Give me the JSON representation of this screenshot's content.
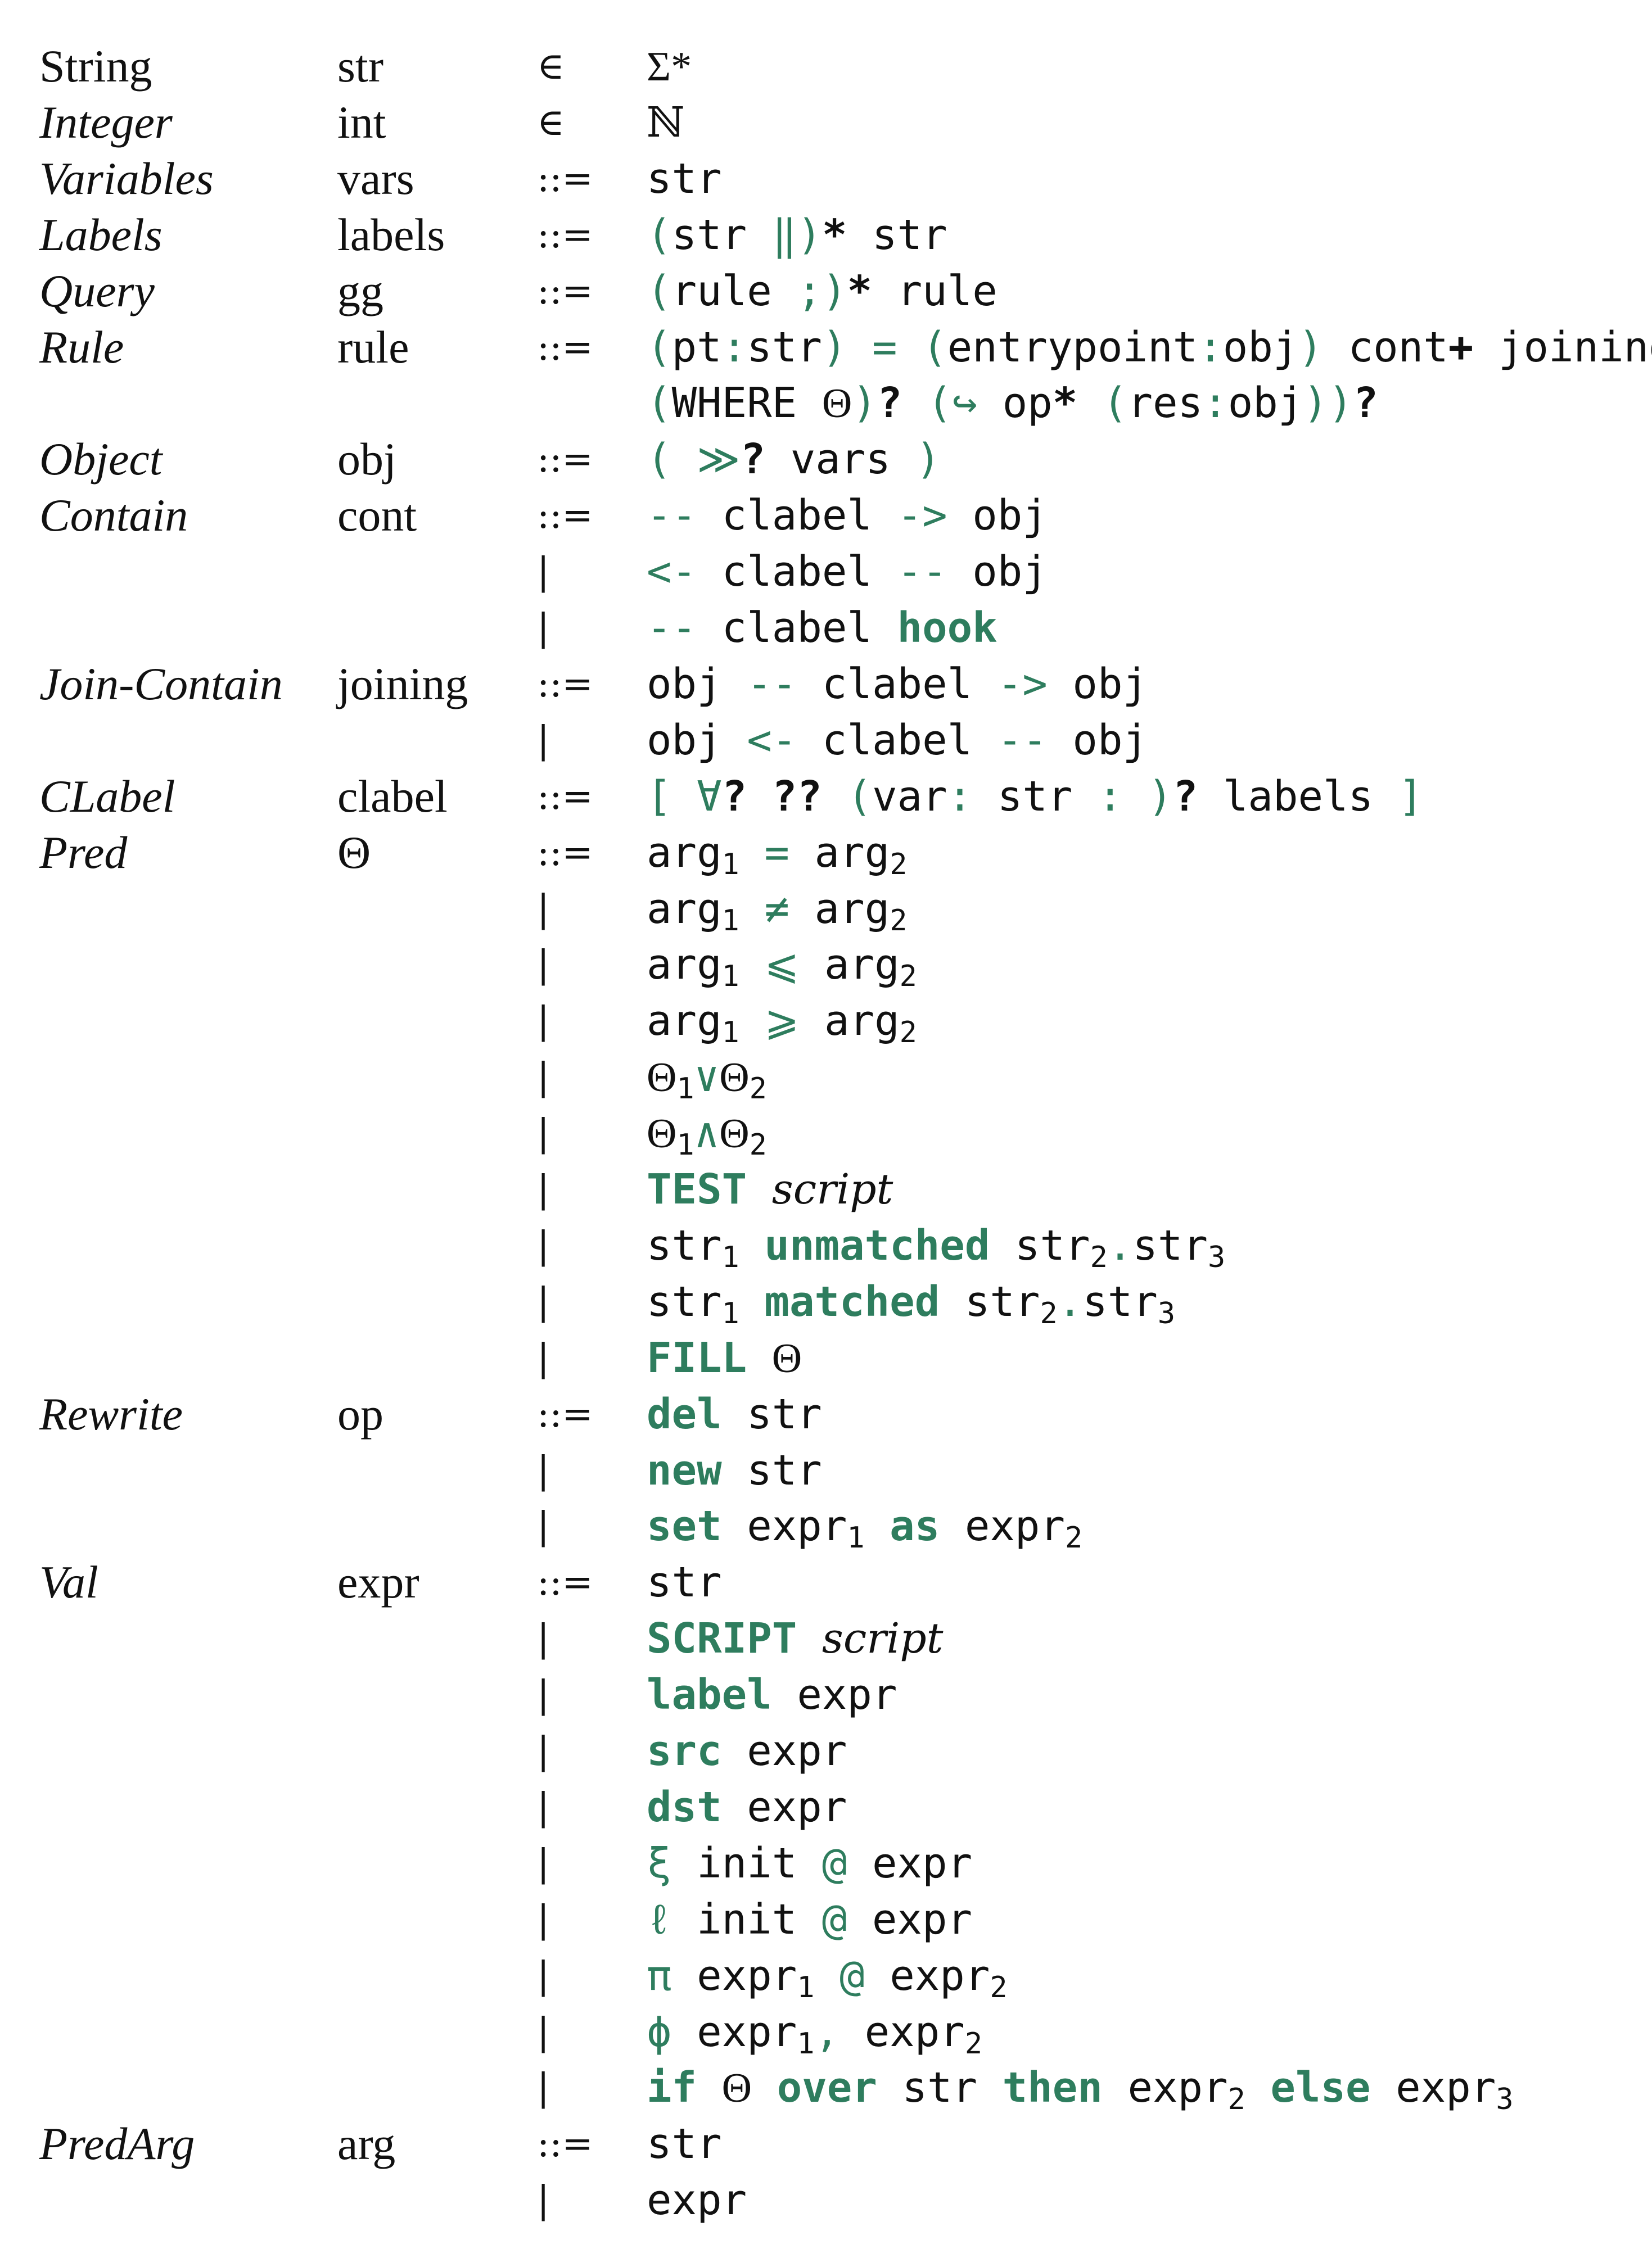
{
  "rows": [
    {
      "name": "String",
      "sym": "str",
      "op": "∈",
      "rhs": "Σ*"
    },
    {
      "name": "Integer",
      "sym": "int",
      "op": "∈",
      "rhs": "ℕ"
    },
    {
      "name": "Variables",
      "sym": "vars",
      "op": "::=",
      "rhs": "str"
    },
    {
      "name": "Labels",
      "sym": "labels",
      "op": "::=",
      "rhs": "(str ‖)* str"
    },
    {
      "name": "Query",
      "sym": "gg",
      "op": "::=",
      "rhs": "(rule ;)* rule"
    },
    {
      "name": "Rule",
      "sym": "rule",
      "op": "::=",
      "rhs": "(pt:str) = (entrypoint:obj) cont+ joining*"
    },
    {
      "name": "",
      "sym": "",
      "op": "",
      "rhs": "(WHERE Θ)? (↪ op* (res:obj))?"
    },
    {
      "name": "Object",
      "sym": "obj",
      "op": "::=",
      "rhs": "( ≫? vars )"
    },
    {
      "name": "Contain",
      "sym": "cont",
      "op": "::=",
      "rhs": "-- clabel -> obj"
    },
    {
      "name": "",
      "sym": "",
      "op": "|",
      "rhs": "<- clabel -- obj"
    },
    {
      "name": "",
      "sym": "",
      "op": "|",
      "rhs": "-- clabel hook"
    },
    {
      "name": "Join-Contain",
      "sym": "joining",
      "op": "::=",
      "rhs": "obj -- clabel -> obj"
    },
    {
      "name": "",
      "sym": "",
      "op": "|",
      "rhs": "obj <- clabel -- obj"
    },
    {
      "name": "CLabel",
      "sym": "clabel",
      "op": "::=",
      "rhs": "[ ∀? ?? (var: str : )? labels ]"
    },
    {
      "name": "Pred",
      "sym": "Θ",
      "op": "::=",
      "rhs": "arg1 = arg2"
    },
    {
      "name": "",
      "sym": "",
      "op": "|",
      "rhs": "arg1 ≠ arg2"
    },
    {
      "name": "",
      "sym": "",
      "op": "|",
      "rhs": "arg1 ⩽ arg2"
    },
    {
      "name": "",
      "sym": "",
      "op": "|",
      "rhs": "arg1 ⩾ arg2"
    },
    {
      "name": "",
      "sym": "",
      "op": "|",
      "rhs": "Θ1∨Θ2"
    },
    {
      "name": "",
      "sym": "",
      "op": "|",
      "rhs": "Θ1∧Θ2"
    },
    {
      "name": "",
      "sym": "",
      "op": "|",
      "rhs": "TEST script"
    },
    {
      "name": "",
      "sym": "",
      "op": "|",
      "rhs": "str1 unmatched str2.str3"
    },
    {
      "name": "",
      "sym": "",
      "op": "|",
      "rhs": "str1 matched str2.str3"
    },
    {
      "name": "",
      "sym": "",
      "op": "|",
      "rhs": "FILL Θ"
    },
    {
      "name": "Rewrite",
      "sym": "op",
      "op": "::=",
      "rhs": "del str"
    },
    {
      "name": "",
      "sym": "",
      "op": "|",
      "rhs": "new str"
    },
    {
      "name": "",
      "sym": "",
      "op": "|",
      "rhs": "set expr1 as expr2"
    },
    {
      "name": "Val",
      "sym": "expr",
      "op": "::=",
      "rhs": "str"
    },
    {
      "name": "",
      "sym": "",
      "op": "|",
      "rhs": "SCRIPT script"
    },
    {
      "name": "",
      "sym": "",
      "op": "|",
      "rhs": "label expr"
    },
    {
      "name": "",
      "sym": "",
      "op": "|",
      "rhs": "src expr"
    },
    {
      "name": "",
      "sym": "",
      "op": "|",
      "rhs": "dst expr"
    },
    {
      "name": "",
      "sym": "",
      "op": "|",
      "rhs": "ξ init @ expr"
    },
    {
      "name": "",
      "sym": "",
      "op": "|",
      "rhs": "ℓ init @ expr"
    },
    {
      "name": "",
      "sym": "",
      "op": "|",
      "rhs": "π expr1 @ expr2"
    },
    {
      "name": "",
      "sym": "",
      "op": "|",
      "rhs": "ϕ expr1, expr2"
    },
    {
      "name": "",
      "sym": "",
      "op": "|",
      "rhs": "if Θ over str then expr2 else expr3"
    },
    {
      "name": "PredArg",
      "sym": "arg",
      "op": "::=",
      "rhs": "str"
    },
    {
      "name": "",
      "sym": "",
      "op": "|",
      "rhs": "expr"
    }
  ],
  "styles": {
    "keyword_color": "#2e7d5e",
    "text_color": "#111111"
  }
}
